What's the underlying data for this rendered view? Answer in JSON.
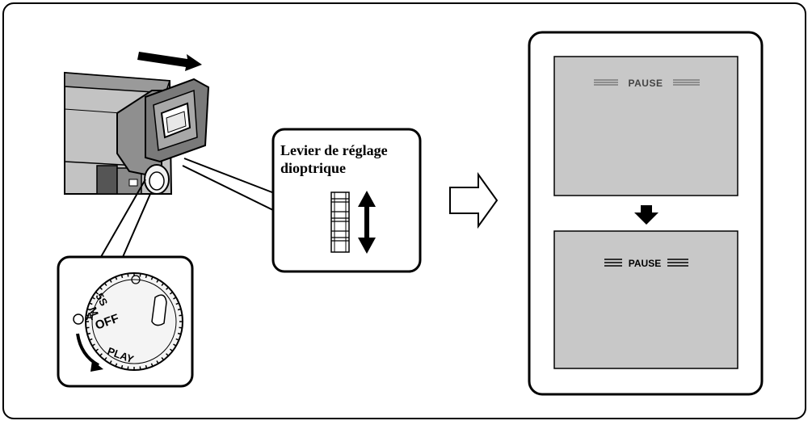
{
  "callout": {
    "label": "Levier de réglage dioptrique"
  },
  "mode_dial": {
    "labels": [
      "5S",
      "M",
      "A",
      "OFF",
      "PLAY"
    ]
  },
  "viewfinder_screens": [
    {
      "state": "blurry",
      "text": "PAUSE"
    },
    {
      "state": "sharp",
      "text": "PAUSE"
    }
  ],
  "icons": {
    "slide_arrow": "arrow-right-icon",
    "next_step": "outline-arrow-right-icon",
    "adjust": "double-arrow-vertical-icon",
    "result": "arrow-down-icon",
    "rotate": "curved-arrow-icon"
  },
  "colors": {
    "screen_gray": "#c8c8c8",
    "camera_gray": "#b4b4b4",
    "dark_gray": "#6e6e6e"
  }
}
